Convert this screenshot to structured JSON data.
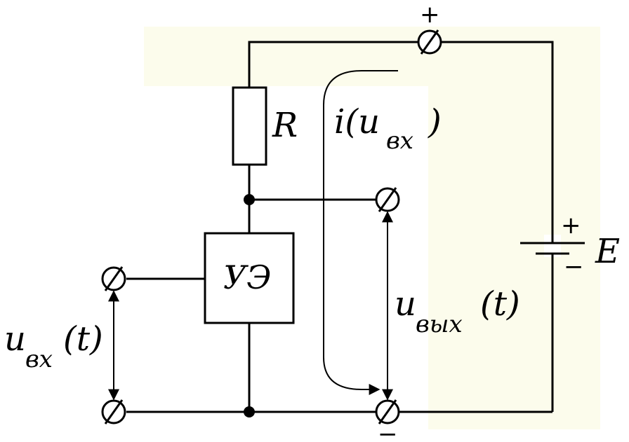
{
  "labels": {
    "resistor": "R",
    "current_main": "i(u",
    "current_sub": "вх",
    "current_close": ")",
    "element": "УЭ",
    "source": "E",
    "uin_main": "u",
    "uin_sub": "вх",
    "uin_arg": "(t)",
    "uout_main": "u",
    "uout_sub": "вых",
    "uout_arg": "(t)",
    "plus_top": "+",
    "plus_battery": "+",
    "minus_battery": "−",
    "minus_bottom": "−"
  },
  "colors": {
    "line": "#000000",
    "background": "#ffffff",
    "highlight": "#fcfcec"
  }
}
